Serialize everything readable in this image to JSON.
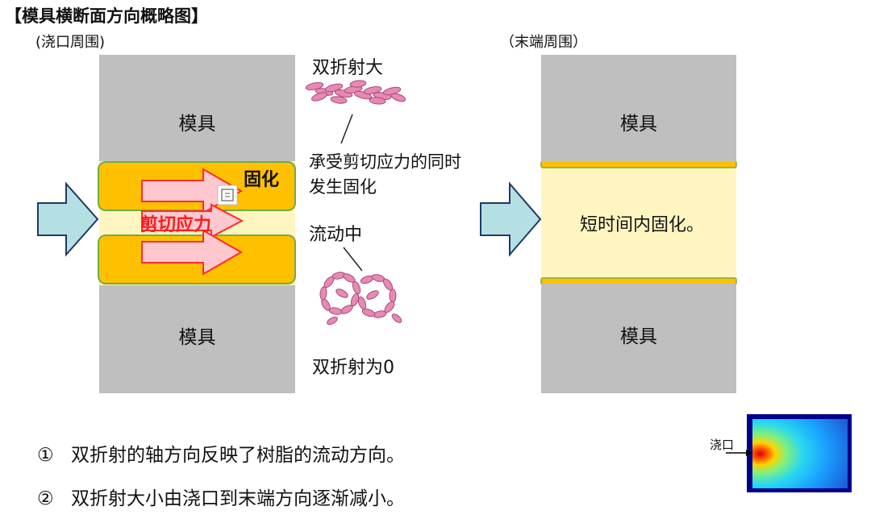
{
  "title": "【模具横断面方向概略图】",
  "left_panel": {
    "caption": "(浇口周围)",
    "mold_top": "模具",
    "mold_bottom": "模具",
    "solidified": "固化",
    "shear_stress": "剪切应力"
  },
  "middle": {
    "birefringence_large": "双折射大",
    "note_line1": "承受剪切应力的同时",
    "note_line2": "发生固化",
    "flowing": "流动中",
    "birefringence_zero": "双折射为0"
  },
  "right_panel": {
    "caption": "（末端周围）",
    "mold_top": "模具",
    "mold_bottom": "模具",
    "note": "短时间内固化。"
  },
  "bullets": [
    {
      "marker": "①",
      "text": "双折射的轴方向反映了树脂的流动方向。"
    },
    {
      "marker": "②",
      "text": "双折射大小由浇口到末端方向逐渐减小。"
    }
  ],
  "inset": {
    "gate_label": "浇口"
  },
  "colors": {
    "mold": "#bfbfbf",
    "solid_layer": "#ffc000",
    "solid_border": "#70ad47",
    "melt": "#fff5c0",
    "inlet_arrow": "#b4e0e4",
    "inlet_arrow_stroke": "#1f3864",
    "shear_arrow_fill": "#ffc7ce",
    "shear_arrow_stroke": "#ff2a2a",
    "shear_text": "#ff1a1a",
    "molecule": "#e889b4"
  }
}
